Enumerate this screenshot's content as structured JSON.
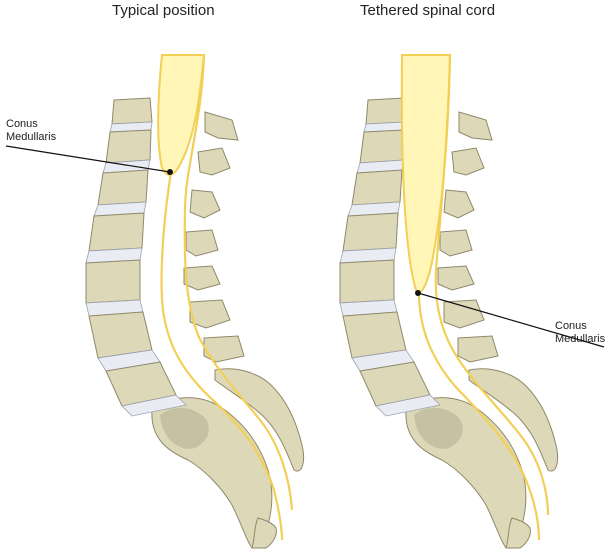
{
  "panels": [
    {
      "title": "Typical position",
      "label": [
        "Conus",
        "Medullaris"
      ]
    },
    {
      "title": "Tethered spinal cord",
      "label": [
        "Conus",
        "Medullaris"
      ]
    }
  ],
  "colors": {
    "bone_fill": "#ddd8b8",
    "bone_shadow": "#b8b293",
    "bone_outline": "#8f896a",
    "disc_fill": "#e9ecf3",
    "cord_fill": "#fff6b8",
    "cord_edge": "#f2cf55",
    "leader_line": "#111111"
  }
}
